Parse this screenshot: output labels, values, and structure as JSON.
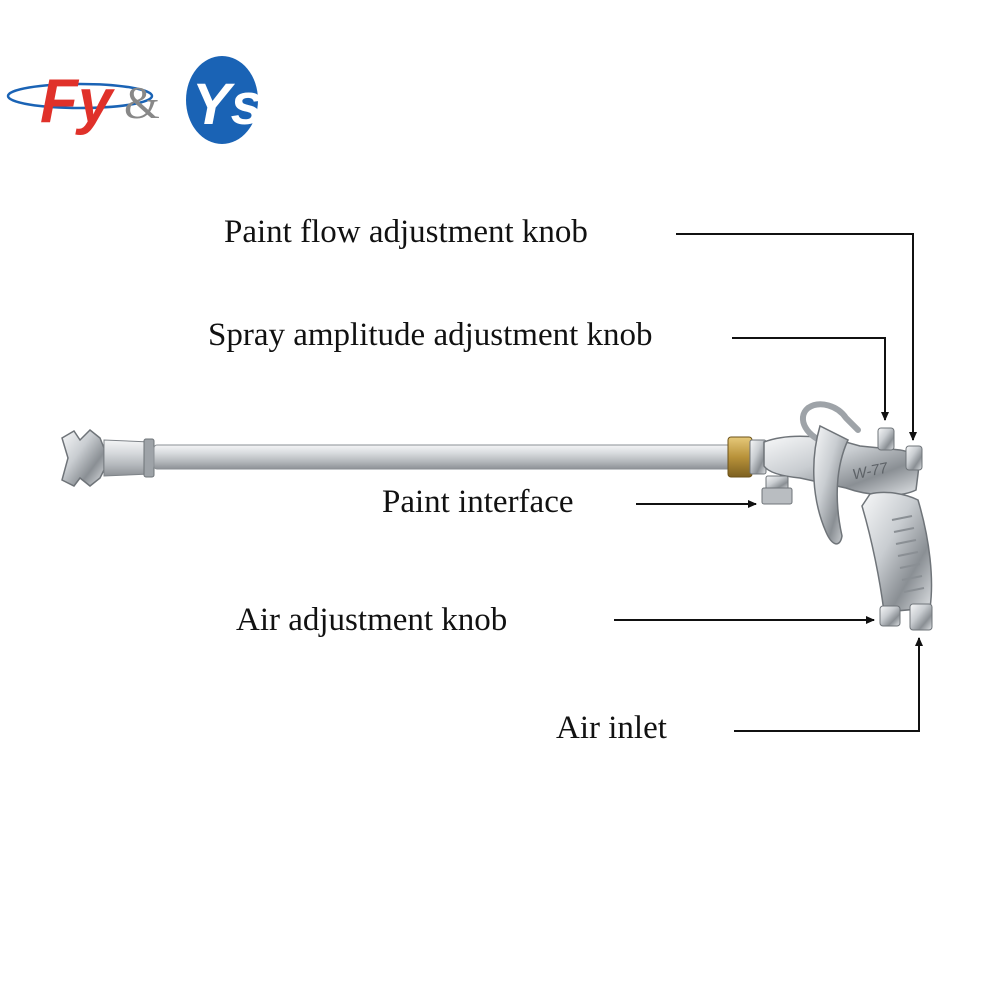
{
  "logo": {
    "left_mark": "Fy",
    "amp": "&",
    "right_mark": "Ys",
    "colors": {
      "red": "#e0312a",
      "blue": "#1a63b5",
      "gray": "#888888"
    }
  },
  "product": {
    "model_marking": "W-77"
  },
  "callouts": [
    {
      "id": "paint-flow-adjustment-knob",
      "text": "Paint flow adjustment knob"
    },
    {
      "id": "spray-amplitude-adjustment-knob",
      "text": "Spray amplitude adjustment knob"
    },
    {
      "id": "paint-interface",
      "text": "Paint interface"
    },
    {
      "id": "air-adjustment-knob",
      "text": "Air adjustment knob"
    },
    {
      "id": "air-inlet",
      "text": "Air inlet"
    }
  ],
  "colors": {
    "line": "#111111",
    "metal_light": "#e6e8ea",
    "metal_mid": "#b9bdc1",
    "metal_dark": "#6f7479",
    "brass": "#b8923a"
  }
}
